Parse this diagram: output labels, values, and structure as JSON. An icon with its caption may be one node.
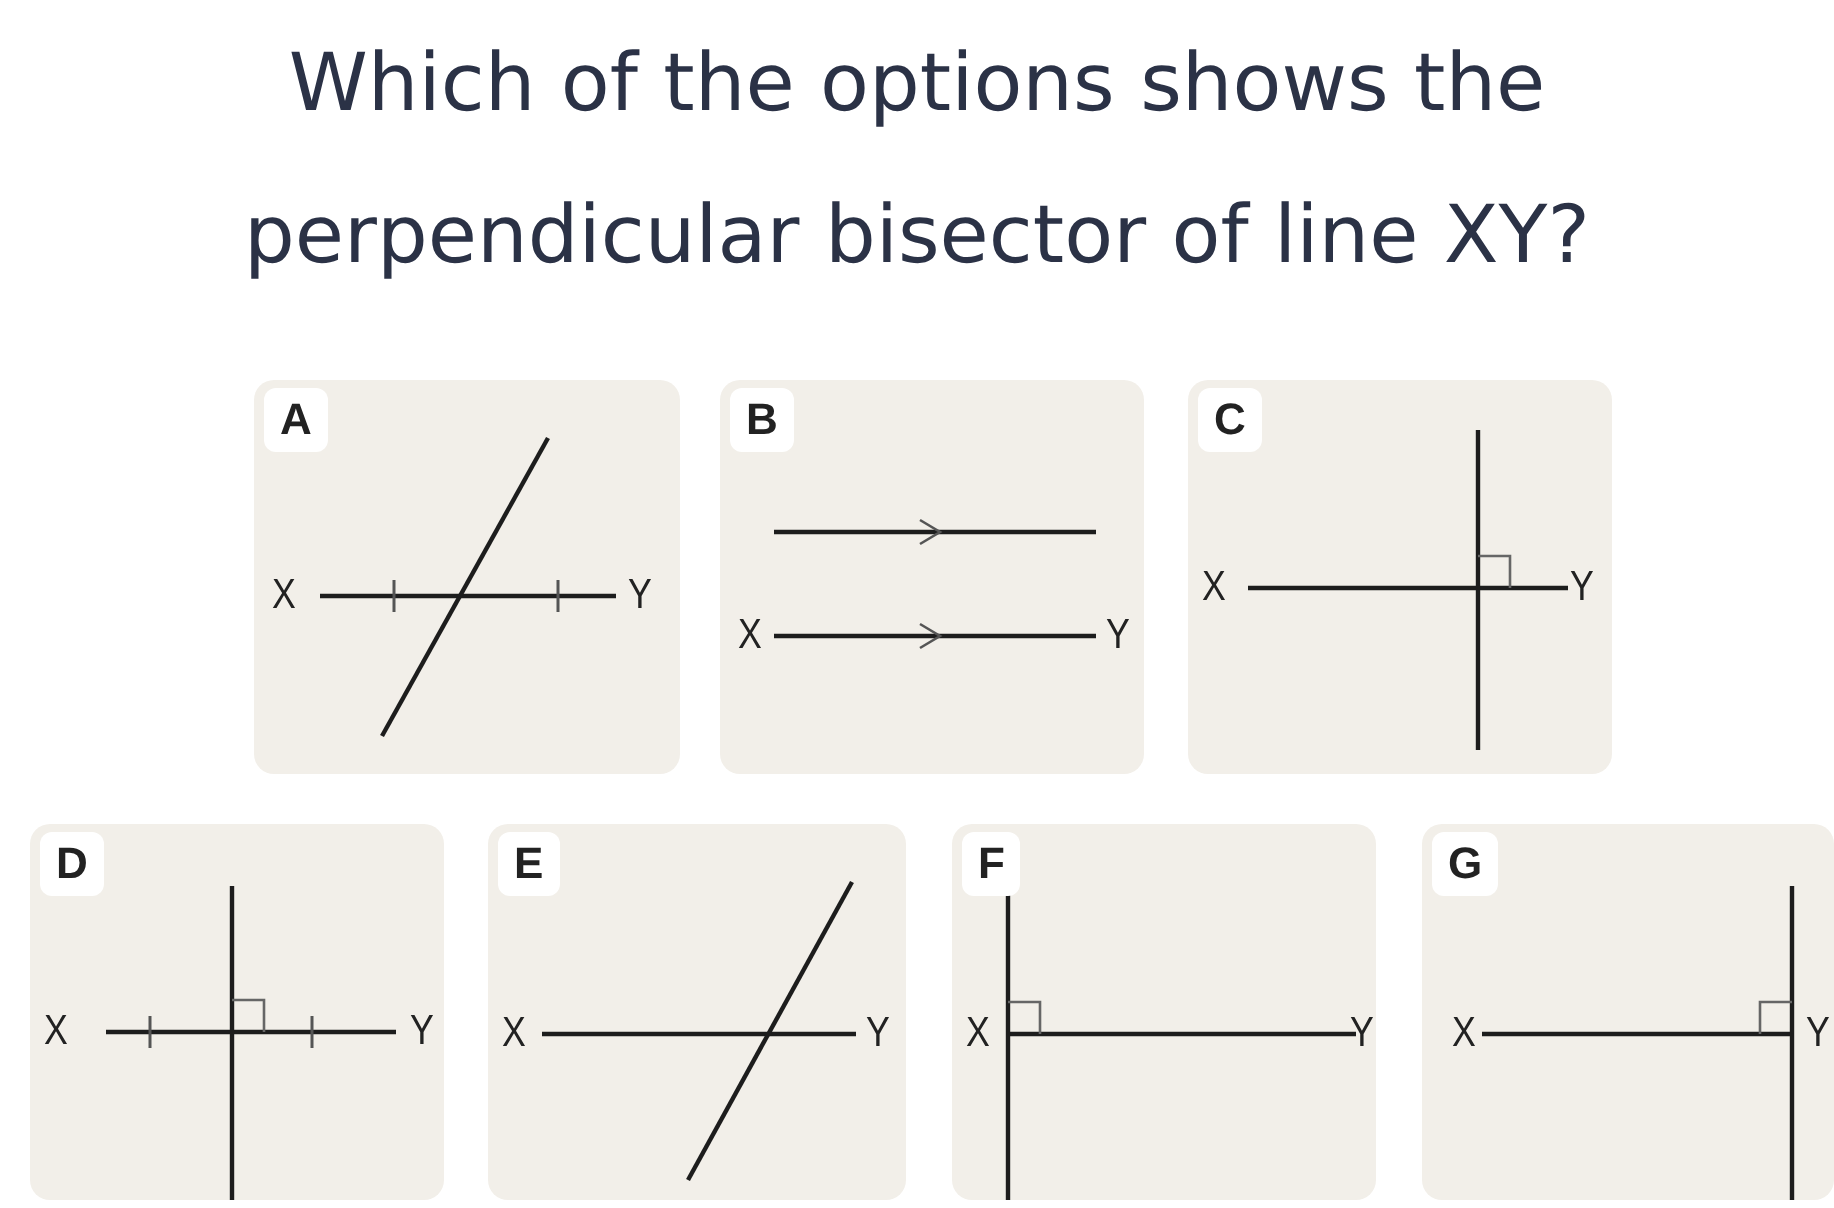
{
  "diagram": {
    "title": "Which of the options shows the perpendicular bisector of line XY?",
    "nodes": [
      {
        "text": [
          "A",
          "X",
          "Y"
        ]
      },
      {
        "text": [
          "B",
          "X",
          "Y"
        ]
      },
      {
        "text": [
          "C",
          "X",
          "Y"
        ]
      },
      {
        "text": [
          "D",
          "X",
          "Y"
        ]
      },
      {
        "text": [
          "E",
          "X",
          "Y"
        ]
      },
      {
        "text": [
          "F",
          "X",
          "Y"
        ]
      },
      {
        "text": [
          "G",
          "X",
          "Y"
        ]
      }
    ]
  }
}
